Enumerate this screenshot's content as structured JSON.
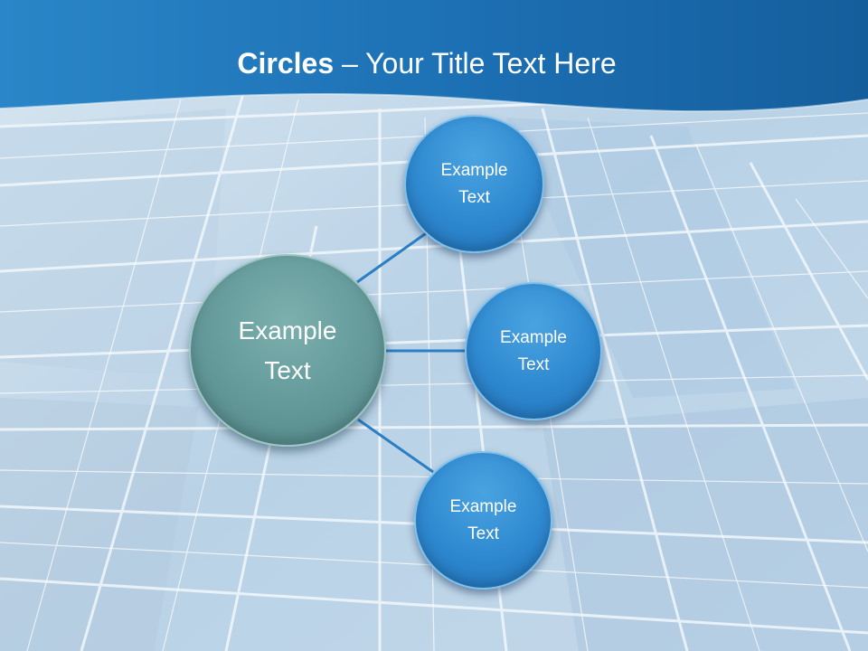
{
  "slide": {
    "title_bold": "Circles",
    "title_rest": " – Your Title Text Here"
  },
  "diagram": {
    "center": {
      "label_line1": "Example",
      "label_line2": "Text",
      "color": "#64999a"
    },
    "nodes": [
      {
        "label_line1": "Example",
        "label_line2": "Text"
      },
      {
        "label_line1": "Example",
        "label_line2": "Text"
      },
      {
        "label_line1": "Example",
        "label_line2": "Text"
      }
    ],
    "node_color": "#2f89d0",
    "connector_color": "#2a7fc4"
  },
  "colors": {
    "header": "#1e73b8",
    "background": "#c9dbea"
  }
}
